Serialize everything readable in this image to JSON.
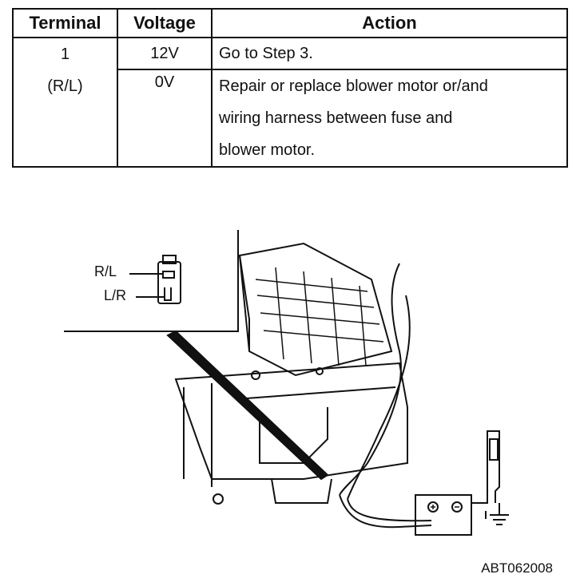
{
  "table": {
    "headers": [
      "Terminal",
      "Voltage",
      "Action"
    ],
    "terminal": [
      "1",
      "(R/L)"
    ],
    "rows": [
      {
        "voltage": "12V",
        "action": [
          "Go to Step 3."
        ]
      },
      {
        "voltage": "0V",
        "action": [
          "Repair or replace blower motor or/and",
          "wiring harness between fuse and",
          "blower motor."
        ]
      }
    ]
  },
  "diagram": {
    "connector_labels": [
      "R/L",
      "L/R"
    ],
    "reference_code": "ABT062008"
  }
}
